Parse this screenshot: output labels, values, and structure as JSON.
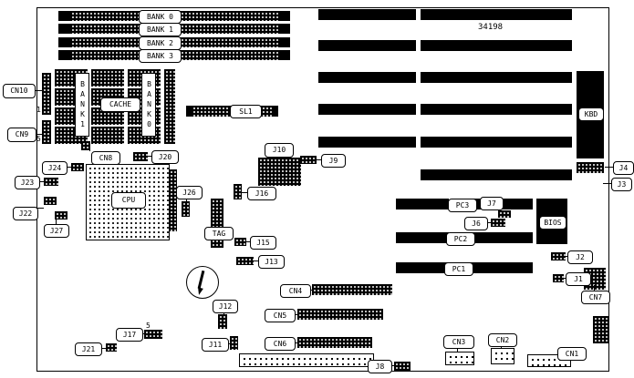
{
  "diagram": {
    "board_number": "34198",
    "memory_banks": [
      "BANK 0",
      "BANK 1",
      "BANK 2",
      "BANK 3"
    ],
    "cache": {
      "label": "CACHE",
      "bank1_col": "BANK1",
      "bank0_col": "BANK0",
      "tag": "TAG",
      "sl1": "SL1"
    },
    "cpu_label": "CPU",
    "chips": {
      "bios": "BIOS",
      "kbd": "KBD"
    },
    "pci_slots": {
      "pc1": "PC1",
      "pc2": "PC2",
      "pc3": "PC3"
    },
    "connectors": {
      "cn1": "CN1",
      "cn2": "CN2",
      "cn3": "CN3",
      "cn4": "CN4",
      "cn5": "CN5",
      "cn6": "CN6",
      "cn7": "CN7",
      "cn8": "CN8",
      "cn9": "CN9",
      "cn10": "CN10"
    },
    "jumpers": {
      "j1": "J1",
      "j2": "J2",
      "j3": "J3",
      "j4": "J4",
      "j6": "J6",
      "j7": "J7",
      "j8": "J8",
      "j9": "J9",
      "j10": "J10",
      "j11": "J11",
      "j12": "J12",
      "j13": "J13",
      "j15": "J15",
      "j16": "J16",
      "j17": "J17",
      "j20": "J20",
      "j21": "J21",
      "j22": "J22",
      "j23": "J23",
      "j24": "J24",
      "j26": "J26",
      "j27": "J27"
    },
    "pin_markers": {
      "one": "1",
      "five": "5"
    }
  }
}
